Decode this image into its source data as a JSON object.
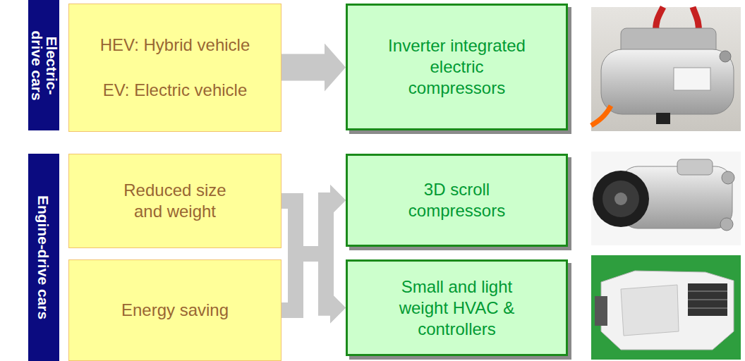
{
  "diagram": {
    "nodes": [
      {
        "text": [
          "Electric-drive cars"
        ]
      },
      {
        "text": [
          "HEV: Hybrid vehicle",
          "EV: Electric vehicle"
        ]
      },
      {
        "text": [
          "Inverter integrated electric compressors"
        ]
      },
      {
        "text": [
          "Engine-drive cars"
        ]
      },
      {
        "text": [
          "Reduced size and weight"
        ]
      },
      {
        "text": [
          "Energy saving"
        ]
      },
      {
        "text": [
          "3D scroll compressors"
        ]
      },
      {
        "text": [
          "Small and light weight HVAC & controllers"
        ]
      }
    ],
    "edges": [
      {
        "from": 1,
        "to": 2,
        "arrow": "to"
      },
      {
        "from": 4,
        "to": 6,
        "arrow": "to"
      },
      {
        "from": 4,
        "to": 7,
        "arrow": "to"
      },
      {
        "from": 5,
        "to": 6,
        "arrow": "to"
      },
      {
        "from": 5,
        "to": 7,
        "arrow": "to"
      }
    ]
  }
}
